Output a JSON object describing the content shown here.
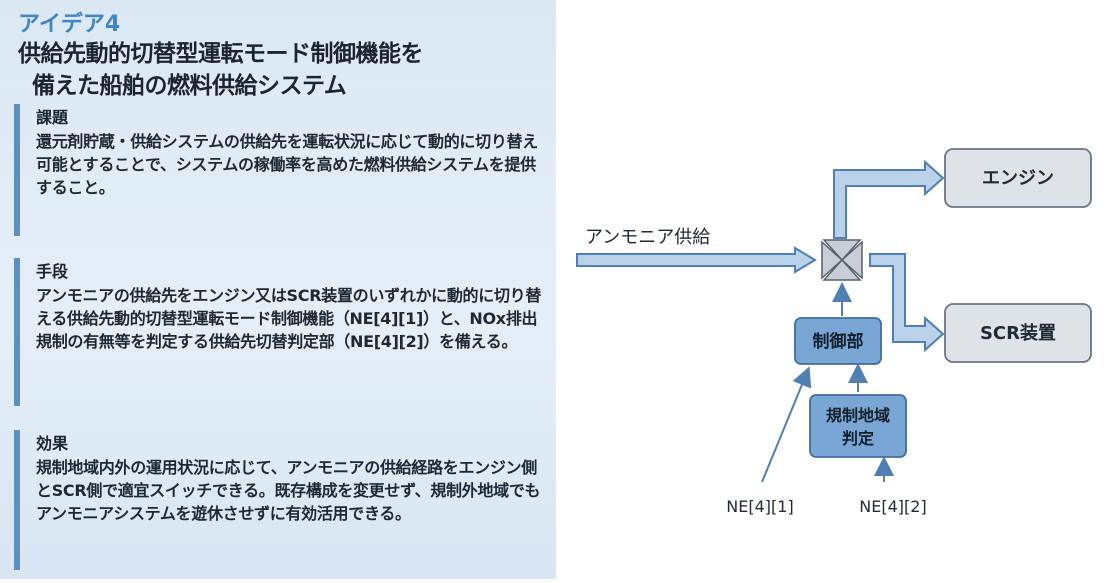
{
  "left": {
    "idea_label": "アイデア4",
    "title_line1": "供給先動的切替型運転モード制御機能を",
    "title_line2": "備えた船舶の燃料供給システム",
    "sections": [
      {
        "heading": "課題",
        "body": "還元剤貯蔵・供給システムの供給先を運転状況に応じて動的に切り替え可能とすることで、システムの稼働率を高めた燃料供給システムを提供すること。"
      },
      {
        "heading": "手段",
        "body": "アンモニアの供給先をエンジン又はSCR装置のいずれかに動的に切り替える供給先動的切替型運転モード制御機能（NE[4][1]）と、NOx排出規制の有無等を判定する供給先切替判定部（NE[4][2]）を備える。"
      },
      {
        "heading": "効果",
        "body": "規制地域内外の運用状況に応じて、アンモニアの供給経路をエンジン側とSCR側で適宜スイッチできる。既存構成を変更せず、規制外地域でもアンモニアシステムを遊休させずに有効活用できる。"
      }
    ]
  },
  "diagram": {
    "supply_label": "アンモニア供給",
    "engine_label": "エンジン",
    "scr_label": "SCR装置",
    "control_label": "制御部",
    "judge_line1": "規制地域",
    "judge_line2": "判定",
    "ne1_label": "NE[4][1]",
    "ne2_label": "NE[4][2]"
  },
  "colors": {
    "accent": "#3f86c4",
    "bar": "#5d8fc1",
    "box_blue": "#7aa6d6",
    "box_gray": "#dfe3e8",
    "arrow_fill": "#b9d2ea",
    "arrow_stroke": "#4f7fb3"
  }
}
